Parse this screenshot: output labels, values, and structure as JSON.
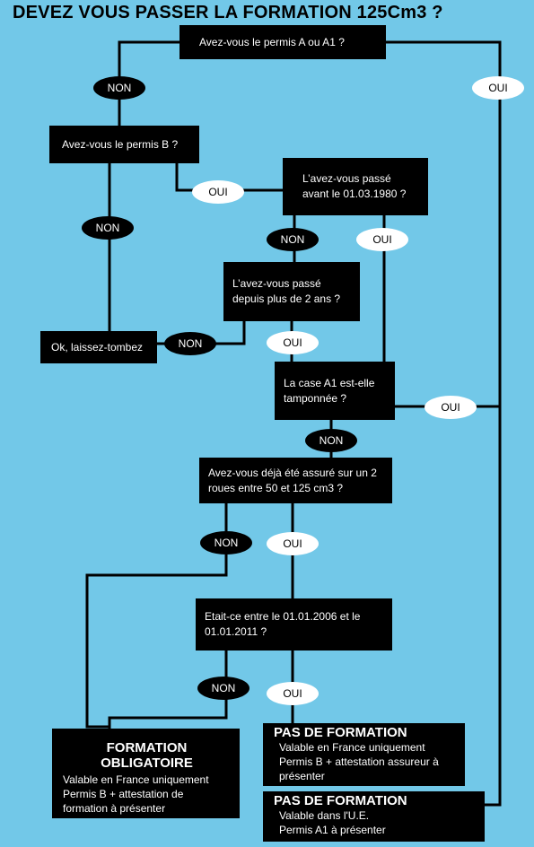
{
  "title": "DEVEZ VOUS PASSER LA FORMATION 125Cm3 ?",
  "questions": {
    "q1": "Avez-vous le permis A ou A1 ?",
    "q2": "Avez-vous le permis B ?",
    "q3": "L’avez-vous passé avant le 01.03.1980 ?",
    "q4": "L’avez-vous passé depuis plus de 2 ans ?",
    "q5": "La case A1 est-elle tamponnée ?",
    "q6": "Avez-vous déjà été assuré sur un 2 roues entre 50 et 125 cm3 ?",
    "q7": "Etait-ce entre le 01.01.2006 et le 01.01.2011 ?"
  },
  "terminal": "Ok, laissez-tombez",
  "labels": {
    "yes": "OUI",
    "no": "NON"
  },
  "results": {
    "formation": {
      "title": "FORMATION OBLIGATOIRE",
      "line1": "Valable en France uniquement",
      "line2": "Permis B + attestation de formation à présenter"
    },
    "no_training_france": {
      "title": "PAS DE FORMATION",
      "line1": "Valable en France uniquement",
      "line2": "Permis B + attestation assureur à présenter"
    },
    "no_training_eu": {
      "title": "PAS DE FORMATION",
      "line1": "Valable dans l'U.E.",
      "line2": "Permis A1 à présenter"
    }
  },
  "colors": {
    "background": "#72c8e8",
    "box": "#000000",
    "yes_oval": "#ffffff",
    "no_oval": "#000000"
  }
}
